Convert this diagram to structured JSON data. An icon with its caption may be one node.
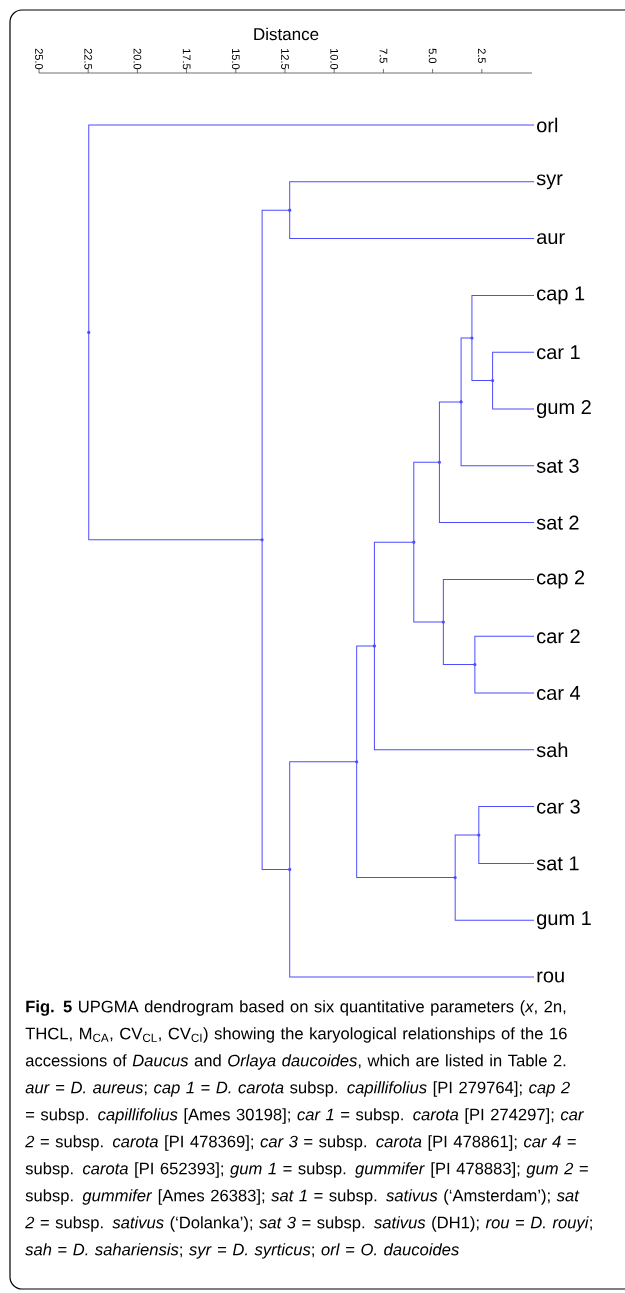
{
  "diagram": {
    "caption": "**Fig. 5** UPGMA dendrogram based on six quantitative parameters (*x*, 2n, THCL, M$_{CA}$, CV$_{CL}$, CV$_{CI}$) showing the karyological relationships of the 16 accessions of *Daucus* and *Orlaya daucoides*, which are listed in Table 2. *aur* = *D. aureus*; *cap 1* = *D. carota* subsp. *capillifolius* [PI 279764]; *cap 2* = subsp. *capillifolius* [Ames 30198]; *car 1* = subsp. *carota* [PI 274297]; *car 2* = subsp. *carota* [PI 478369]; *car 3* = subsp. *carota* [PI 478861]; *car 4* = subsp. *carota* [PI 652393]; *gum 1* = subsp. *gummifer* [PI 478883]; *gum 2* = subsp. *gummifer* [Ames 26383]; *sat 1* = subsp. *sativus* (‘Amsterdam’); *sat 2* = subsp. *sativus* (‘Dolanka’); *sat 3* = subsp. *sativus* (DH1); *rou* = *D. rouyi*; *sah* = *D. sahariensis*; *syr* = *D. syrticus*; *orl* = *O. daucoides*",
    "nodes": [
      {
        "text": [
          "orl"
        ]
      },
      {
        "text": [
          "syr"
        ]
      },
      {
        "text": [
          "aur"
        ]
      },
      {
        "text": [
          "cap 1"
        ]
      },
      {
        "text": [
          "car 1"
        ]
      },
      {
        "text": [
          "gum 2"
        ]
      },
      {
        "text": [
          "sat 3"
        ]
      },
      {
        "text": [
          "sat 2"
        ]
      },
      {
        "text": [
          "cap 2"
        ]
      },
      {
        "text": [
          "car 2"
        ]
      },
      {
        "text": [
          "car 4"
        ]
      },
      {
        "text": [
          "sah"
        ]
      },
      {
        "text": [
          "car 3"
        ]
      },
      {
        "text": [
          "sat 1"
        ]
      },
      {
        "text": [
          "gum 1"
        ]
      },
      {
        "text": [
          "rou"
        ]
      },
      {
        "text": [],
        "shape": "point"
      },
      {
        "text": [],
        "shape": "point"
      },
      {
        "text": [],
        "shape": "point"
      },
      {
        "text": [],
        "shape": "point"
      },
      {
        "text": [],
        "shape": "point"
      },
      {
        "text": [],
        "shape": "point"
      },
      {
        "text": [],
        "shape": "point"
      },
      {
        "text": [],
        "shape": "point"
      },
      {
        "text": [],
        "shape": "point"
      },
      {
        "text": [],
        "shape": "point"
      },
      {
        "text": [],
        "shape": "point"
      },
      {
        "text": [],
        "shape": "point"
      },
      {
        "text": [],
        "shape": "point"
      },
      {
        "text": [],
        "shape": "point"
      },
      {
        "text": [],
        "shape": "point"
      }
    ],
    "edges": [
      {
        "from": 16,
        "to": 0,
        "arrow": "none"
      },
      {
        "from": 16,
        "to": 17,
        "arrow": "none"
      },
      {
        "from": 17,
        "to": 18,
        "arrow": "none"
      },
      {
        "from": 17,
        "to": 19,
        "arrow": "none"
      },
      {
        "from": 18,
        "to": 1,
        "arrow": "none"
      },
      {
        "from": 18,
        "to": 2,
        "arrow": "none"
      },
      {
        "from": 19,
        "to": 20,
        "arrow": "none"
      },
      {
        "from": 19,
        "to": 15,
        "arrow": "none"
      },
      {
        "from": 20,
        "to": 21,
        "arrow": "none"
      },
      {
        "from": 20,
        "to": 22,
        "arrow": "none"
      },
      {
        "from": 21,
        "to": 23,
        "arrow": "none"
      },
      {
        "from": 21,
        "to": 11,
        "arrow": "none"
      },
      {
        "from": 22,
        "to": 24,
        "arrow": "none"
      },
      {
        "from": 22,
        "to": 14,
        "arrow": "none"
      },
      {
        "from": 23,
        "to": 25,
        "arrow": "none"
      },
      {
        "from": 23,
        "to": 26,
        "arrow": "none"
      },
      {
        "from": 24,
        "to": 12,
        "arrow": "none"
      },
      {
        "from": 24,
        "to": 13,
        "arrow": "none"
      },
      {
        "from": 25,
        "to": 27,
        "arrow": "none"
      },
      {
        "from": 25,
        "to": 7,
        "arrow": "none"
      },
      {
        "from": 26,
        "to": 8,
        "arrow": "none"
      },
      {
        "from": 26,
        "to": 28,
        "arrow": "none"
      },
      {
        "from": 27,
        "to": 29,
        "arrow": "none"
      },
      {
        "from": 27,
        "to": 6,
        "arrow": "none"
      },
      {
        "from": 28,
        "to": 9,
        "arrow": "none"
      },
      {
        "from": 28,
        "to": 10,
        "arrow": "none"
      },
      {
        "from": 29,
        "to": 3,
        "arrow": "none"
      },
      {
        "from": 29,
        "to": 30,
        "arrow": "none"
      },
      {
        "from": 30,
        "to": 4,
        "arrow": "none"
      },
      {
        "from": 30,
        "to": 5,
        "arrow": "none"
      }
    ],
    "labels": [
      "Distance",
      "25.0",
      "22.5",
      "20.0",
      "17.5",
      "15.0",
      "12.5",
      "10.0",
      "7.5",
      "5.0",
      "2.5"
    ]
  }
}
